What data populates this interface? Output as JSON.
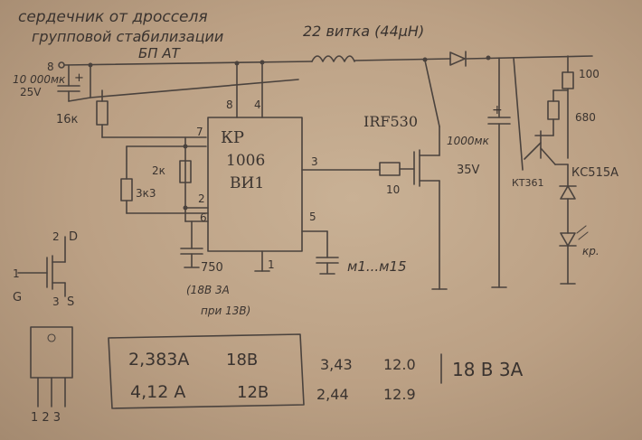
{
  "header": {
    "line1": "сердечник от дросселя",
    "line2": "групповой стабилизации",
    "line3": "БП АТ",
    "inductor": "22 витка (44μН)"
  },
  "ic": {
    "name1": "КР",
    "name2": "1006",
    "name3": "ВИ1",
    "pin8": "8",
    "pin4": "4",
    "pin7": "7",
    "pin2": "2",
    "pin6": "6",
    "pin3": "3",
    "pin5": "5",
    "pin1": "1"
  },
  "components": {
    "node_top": "8",
    "cap_in": "10 000мк",
    "cap_in_v": "25V",
    "cap_in_plus": "+",
    "r16k": "16к",
    "r2k": "2к",
    "r3k3": "3к3",
    "cap750": "750",
    "mosfet": "IRF530",
    "r10": "10",
    "cap_out": "1000мк",
    "cap_out_v": "35V",
    "cap_out_plus": "+",
    "cap_m1": "м1...м15",
    "r100": "100",
    "r680": "680",
    "tr": "КТ361",
    "zener": "КС515А",
    "led": "кр.",
    "note1": "(18В 3А",
    "note2": "при 13В)"
  },
  "pinout": {
    "d": "D",
    "g": "G",
    "s": "S",
    "n1": "1",
    "n2": "2",
    "n3": "3",
    "pins": "1 2 3"
  },
  "table": {
    "r1c1": "2,383А",
    "r1c2": "18В",
    "r2c1": "4,12 А",
    "r2c2": "12В",
    "r1c3": "3,43",
    "r1c4": "12.0",
    "r2c3": "2,44",
    "r2c4": "12.9",
    "result": "18 В  3А"
  }
}
